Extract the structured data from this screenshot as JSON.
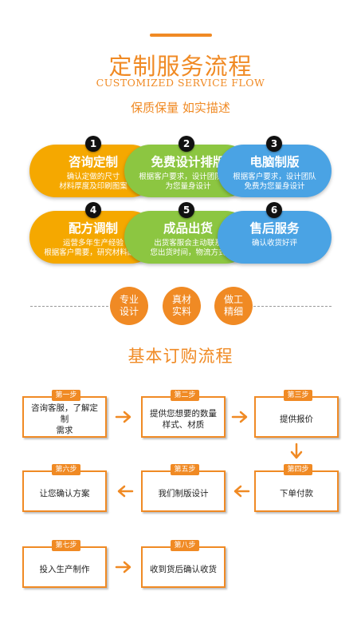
{
  "header": {
    "title": "定制服务流程",
    "subtitle_en": "CUSTOMIZED SERVICE FLOW",
    "tagline": "保质保量 如实描述"
  },
  "services": [
    {
      "num": "1",
      "title": "咨询定制",
      "desc": "确认定做的尺寸\n材料厚度及印刷图案",
      "color": "#f5a800"
    },
    {
      "num": "2",
      "title": "免费设计排版",
      "desc": "根据客户要求，设计团队免费为您量身设计",
      "color": "#8cc641"
    },
    {
      "num": "3",
      "title": "电脑制版",
      "desc": "根据客户要求，设计团队免费为您量身设计",
      "color": "#4aa3e4"
    },
    {
      "num": "4",
      "title": "配方调制",
      "desc": "运营多年生产经验\n根据客户需要，研究材料配比",
      "color": "#f5a800"
    },
    {
      "num": "5",
      "title": "成品出货",
      "desc": "出货客服会主动联系\n您出货时间，物流方式",
      "color": "#8cc641"
    },
    {
      "num": "6",
      "title": "售后服务",
      "desc": "确认收货好评",
      "color": "#4aa3e4"
    }
  ],
  "features": [
    "专业\n设计",
    "真材\n实料",
    "做工\n精细"
  ],
  "process": {
    "title": "基本订购流程",
    "steps": [
      {
        "tag": "第一步",
        "text": "咨询客服，了解定制\n需求"
      },
      {
        "tag": "第二步",
        "text": "提供您想要的数量\n样式、材质"
      },
      {
        "tag": "第三步",
        "text": "提供报价"
      },
      {
        "tag": "第四步",
        "text": "下单付款"
      },
      {
        "tag": "第五步",
        "text": "我们制版设计"
      },
      {
        "tag": "第六步",
        "text": "让您确认方案"
      },
      {
        "tag": "第七步",
        "text": "投入生产制作"
      },
      {
        "tag": "第八步",
        "text": "收到货后确认收货"
      }
    ]
  },
  "colors": {
    "accent": "#f08a24",
    "yellow": "#f5a800",
    "green": "#8cc641",
    "blue": "#4aa3e4"
  }
}
